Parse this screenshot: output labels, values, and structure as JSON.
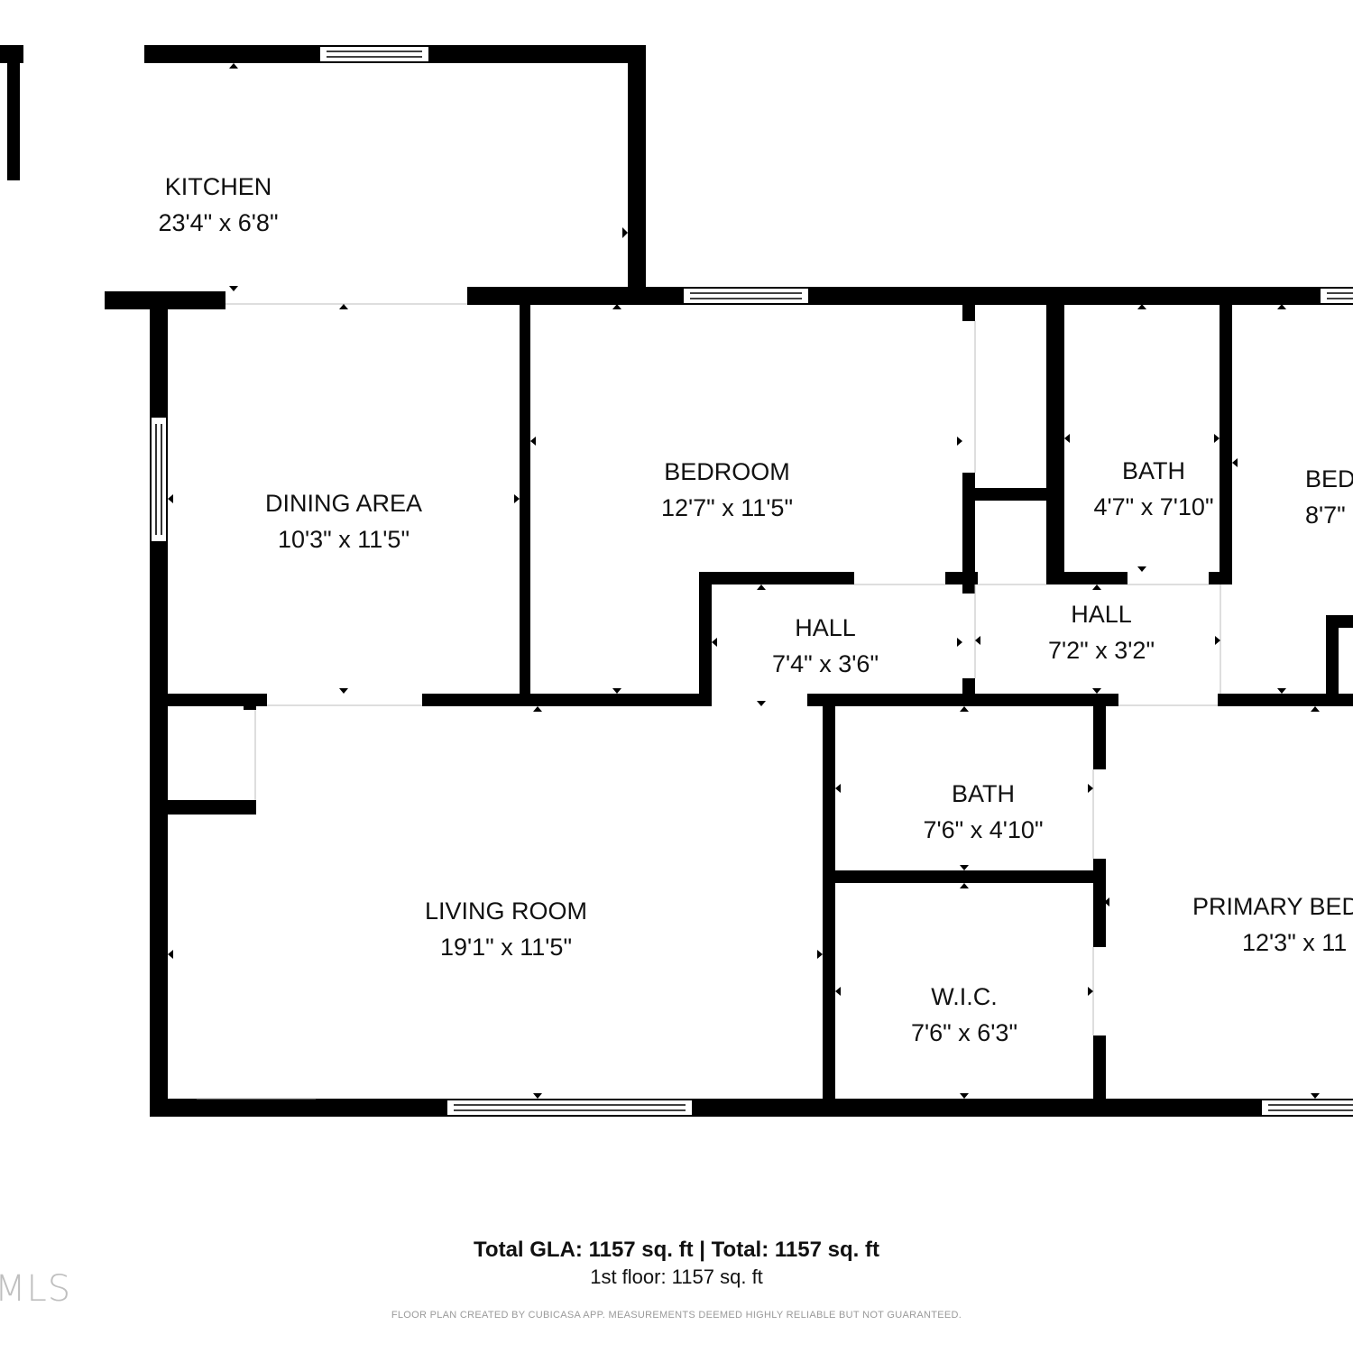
{
  "rooms": {
    "kitchen": {
      "name": "KITCHEN",
      "size": "23'4\" x 6'8\""
    },
    "dining_area": {
      "name": "DINING AREA",
      "size": "10'3\" x 11'5\""
    },
    "bedroom": {
      "name": "BEDROOM",
      "size": "12'7\" x 11'5\""
    },
    "bath_upper": {
      "name": "BATH",
      "size": "4'7\" x 7'10\""
    },
    "bedroom_right": {
      "name": "BED",
      "size": "8'7\""
    },
    "hall_left": {
      "name": "HALL",
      "size": "7'4\" x 3'6\""
    },
    "hall_right": {
      "name": "HALL",
      "size": "7'2\" x 3'2\""
    },
    "bath_lower": {
      "name": "BATH",
      "size": "7'6\" x 4'10\""
    },
    "living_room": {
      "name": "LIVING ROOM",
      "size": "19'1\" x 11'5\""
    },
    "wic": {
      "name": "W.I.C.",
      "size": "7'6\" x 6'3\""
    },
    "primary_bedroom": {
      "name": "PRIMARY BED",
      "size": "12'3\" x 11"
    }
  },
  "totals": {
    "summary": "Total GLA: 1157 sq. ft | Total: 1157 sq. ft",
    "floor": "1st floor: 1157 sq. ft"
  },
  "disclaimer": "FLOOR PLAN CREATED BY CUBICASA APP. MEASUREMENTS DEEMED HIGHLY RELIABLE BUT NOT GUARANTEED.",
  "watermark": "MLS",
  "colors": {
    "wall": "#000000",
    "background": "#ffffff",
    "text": "#111111",
    "disclaimer": "#9a9a9a"
  }
}
